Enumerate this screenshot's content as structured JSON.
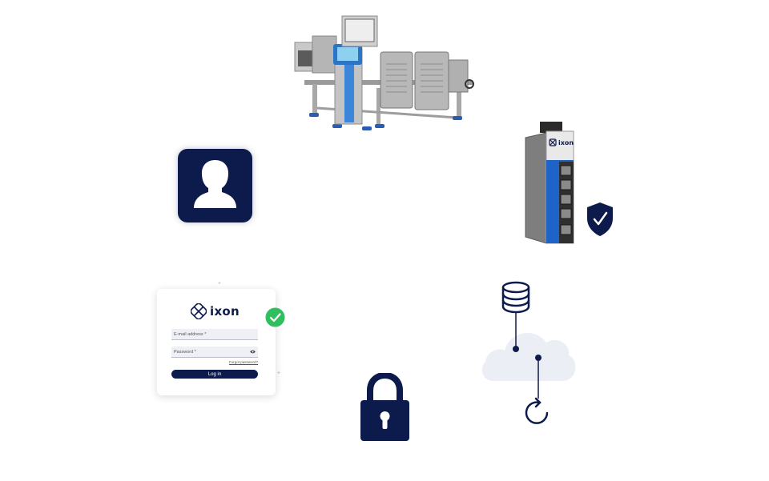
{
  "login_form": {
    "brand": "ixon",
    "email_placeholder": "E-mail address *",
    "password_placeholder": "Password *",
    "forgot_link": "Forgot password?",
    "login_button": "Log in"
  },
  "router": {
    "brand": "ixon"
  },
  "colors": {
    "navy": "#0d1b4c",
    "green": "#2fbf5f",
    "cloud": "#eceef5",
    "router_blue": "#1e64c8"
  }
}
